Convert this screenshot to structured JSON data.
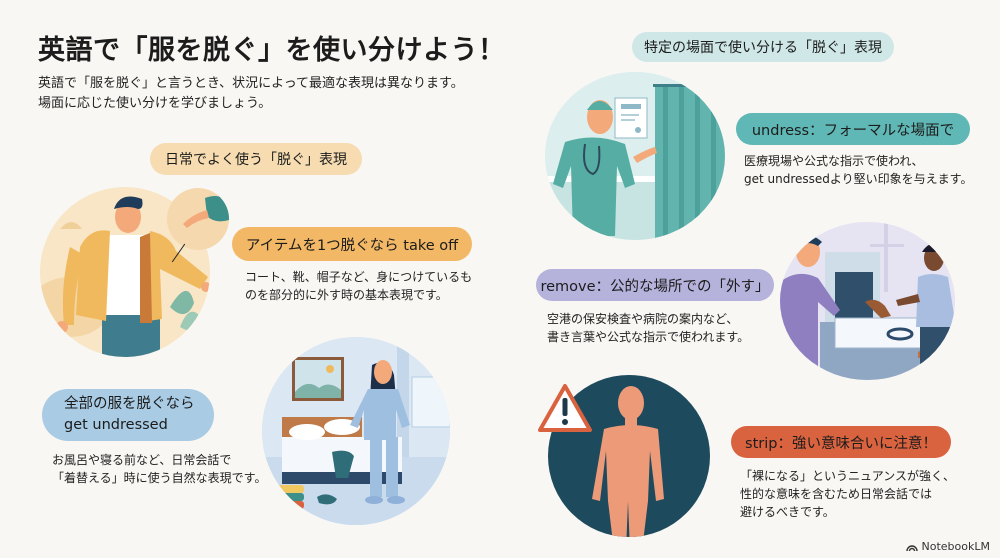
{
  "header": {
    "title": "英語で「服を脱ぐ」を使い分けよう！",
    "subtitle_lines": [
      "英語で「服を脱ぐ」と言うとき、状況によって最適な表現は異なります。",
      "場面に応じた使い分けを学びましょう。"
    ]
  },
  "left_section": {
    "heading": "日常でよく使う「脱ぐ」表現",
    "heading_color": "#f6dcb0",
    "items": [
      {
        "label": "アイテムを1つ脱ぐなら take off",
        "color": "#f2b866",
        "desc_lines": [
          "コート、靴、帽子など、身につけているも",
          "のを部分的に外す時の基本表現です。"
        ],
        "illustration": "man-taking-off-jacket"
      },
      {
        "label_lines": [
          "全部の服を脱ぐなら",
          "get undressed"
        ],
        "color": "#a9cbe4",
        "desc_lines": [
          "お風呂や寝る前など、日常会話で",
          "「着替える」時に使う自然な表現です。"
        ],
        "illustration": "woman-in-pajamas-bedroom"
      }
    ]
  },
  "right_section": {
    "heading": "特定の場面で使い分ける「脱ぐ」表現",
    "heading_color": "#cfe7e7",
    "items": [
      {
        "label": "undress：フォーマルな場面で",
        "color": "#5fb8b5",
        "desc_lines": [
          "医療現場や公式な指示で使われ、",
          "get undressedより堅い印象を与えます。"
        ],
        "illustration": "doctor-with-curtain"
      },
      {
        "label": "remove：公的な場所での「外す」",
        "color": "#b5b2dc",
        "desc_lines": [
          "空港の保安検査や病院の案内など、",
          "書き言葉や公式な指示で使われます。"
        ],
        "illustration": "airport-security-check"
      },
      {
        "label": "strip：強い意味合いに注意！",
        "color": "#d9623f",
        "desc_lines": [
          "「裸になる」というニュアンスが強く、",
          "性的な意味を含むため日常会話では",
          "避けるべきです。"
        ],
        "illustration": "warning-nude-figure"
      }
    ]
  },
  "footer": {
    "brand": "NotebookLM"
  }
}
